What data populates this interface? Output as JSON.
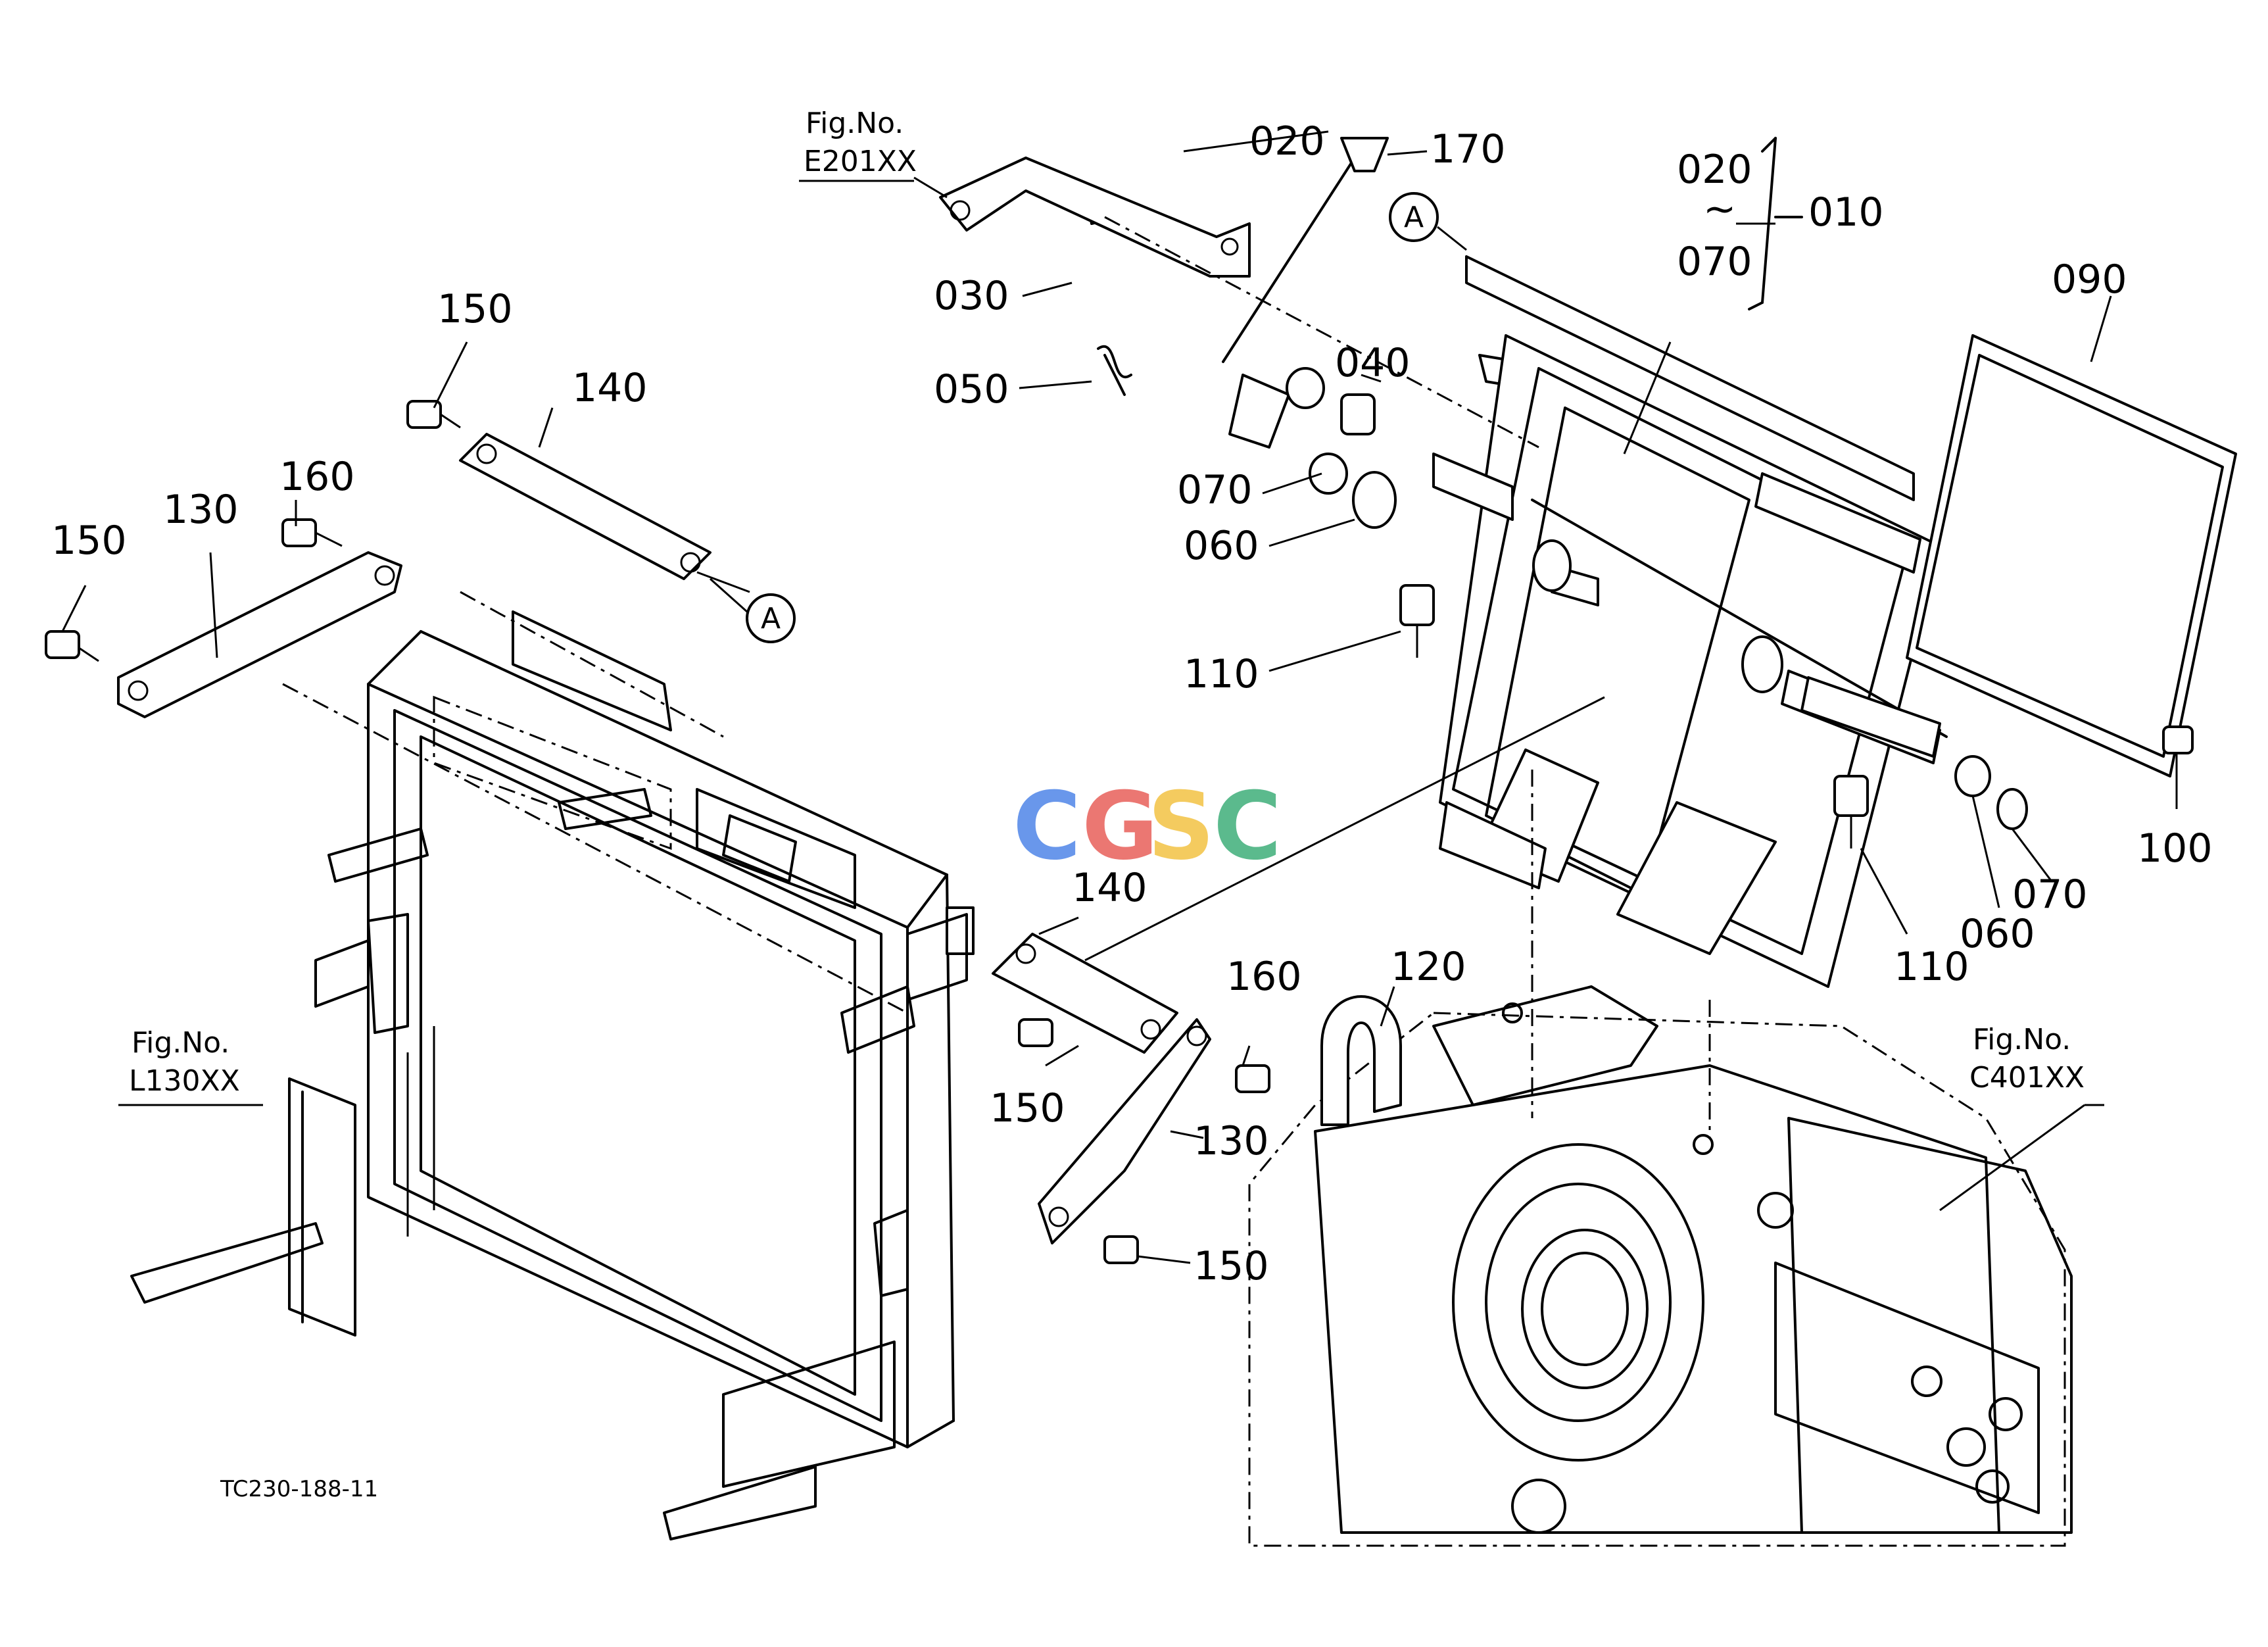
{
  "part_labels": {
    "p010": "010",
    "p020_top": "020",
    "p020_range": "020",
    "range_tilde": "~",
    "p070_range": "070",
    "p030": "030",
    "p040": "040",
    "p050": "050",
    "p060_a": "060",
    "p060_b": "060",
    "p070_a": "070",
    "p070_b": "070",
    "p090": "090",
    "p100": "100",
    "p110_a": "110",
    "p110_b": "110",
    "p120": "120",
    "p130_a": "130",
    "p130_b": "130",
    "p140_a": "140",
    "p140_b": "140",
    "p150_a": "150",
    "p150_b": "150",
    "p150_c": "150",
    "p150_d": "150",
    "p160_a": "160",
    "p160_b": "160",
    "p170": "170"
  },
  "figure_refs": {
    "e201": {
      "line1": "Fig.No.",
      "line2": "E201XX"
    },
    "l130": {
      "line1": "Fig.No.",
      "line2": "L130XX"
    },
    "c401": {
      "line1": "Fig.No.",
      "line2": "C401XX"
    }
  },
  "callout_marker": "A",
  "drawing_code": "TC230-188-11",
  "watermark": {
    "letters": [
      "C",
      "G",
      "S",
      "C"
    ],
    "colors": [
      "#4f86e8",
      "#e8605a",
      "#f3c244",
      "#3fae7a"
    ]
  }
}
